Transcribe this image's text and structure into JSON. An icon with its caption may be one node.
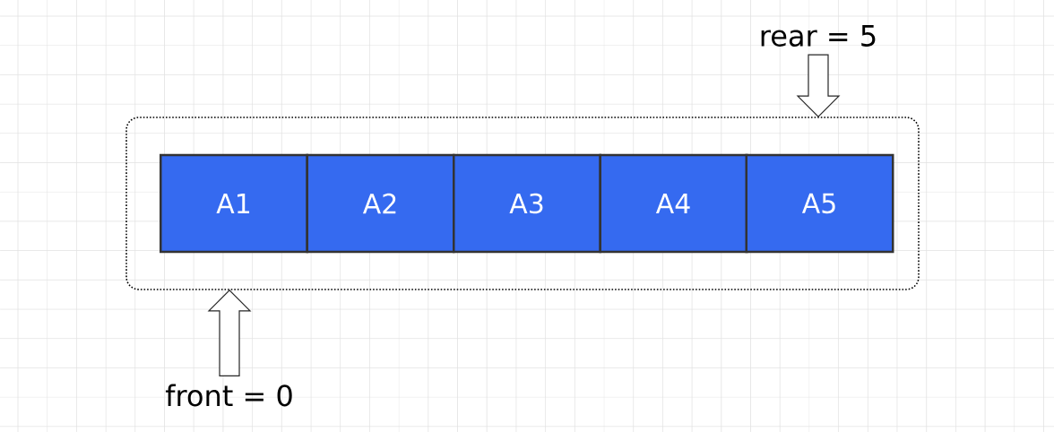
{
  "diagram": {
    "nodes": [
      {
        "text": [],
        "shape": "box"
      },
      {
        "text": [
          "A1"
        ],
        "in": 0
      },
      {
        "text": [
          "A2"
        ],
        "in": 0
      },
      {
        "text": [
          "A3"
        ],
        "in": 0
      },
      {
        "text": [
          "A4"
        ],
        "in": 0
      },
      {
        "text": [
          "A5"
        ],
        "in": 0
      },
      {
        "text": [
          "rear = 5"
        ]
      },
      {
        "text": [
          "front = 0"
        ]
      }
    ],
    "edges": [
      {
        "from": 6,
        "to": 0,
        "arrow": "to"
      },
      {
        "from": 7,
        "to": 0,
        "arrow": "to"
      }
    ]
  }
}
